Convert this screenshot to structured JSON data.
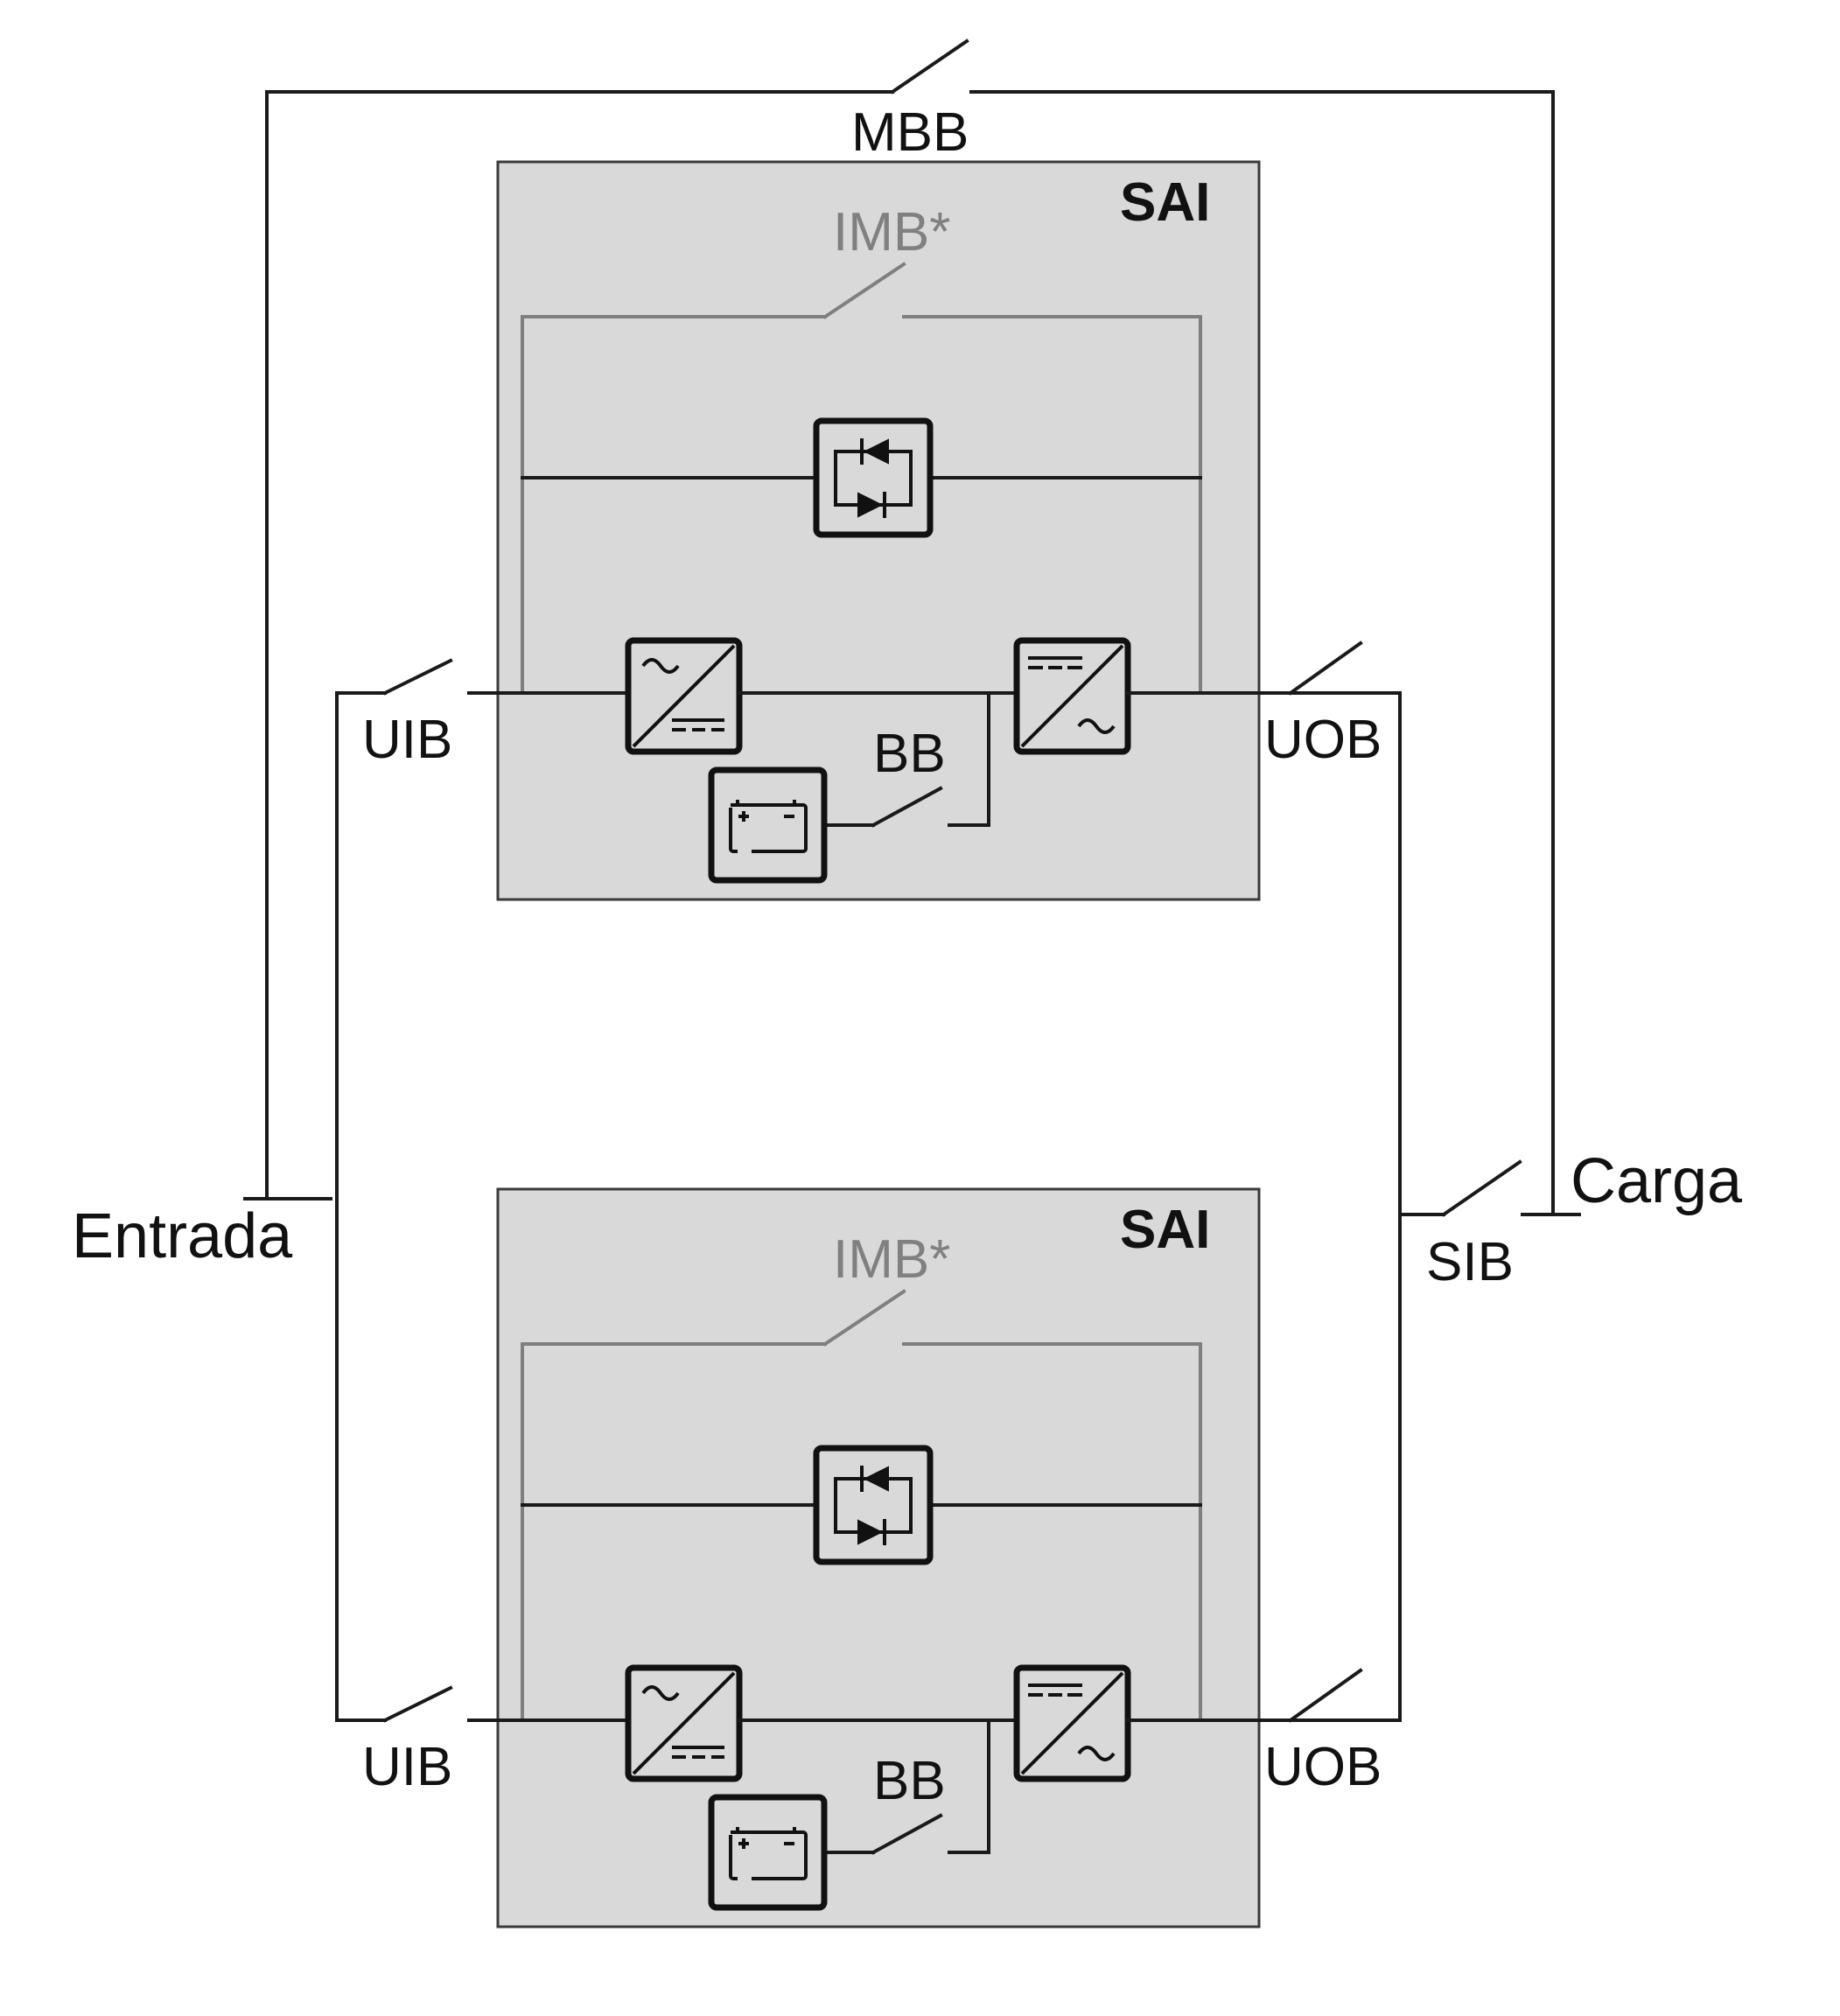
{
  "labels": {
    "mbb": "MBB",
    "entrada": "Entrada",
    "carga": "Carga",
    "sib": "SIB"
  },
  "units": [
    {
      "title": "SAI",
      "imb": "IMB*",
      "uib": "UIB",
      "uob": "UOB",
      "bb": "BB"
    },
    {
      "title": "SAI",
      "imb": "IMB*",
      "uib": "UIB",
      "uob": "UOB",
      "bb": "BB"
    }
  ],
  "colors": {
    "unit_fill": "#d9d9d9",
    "wire": "#1a1a1a",
    "imb_gray": "#808080"
  }
}
